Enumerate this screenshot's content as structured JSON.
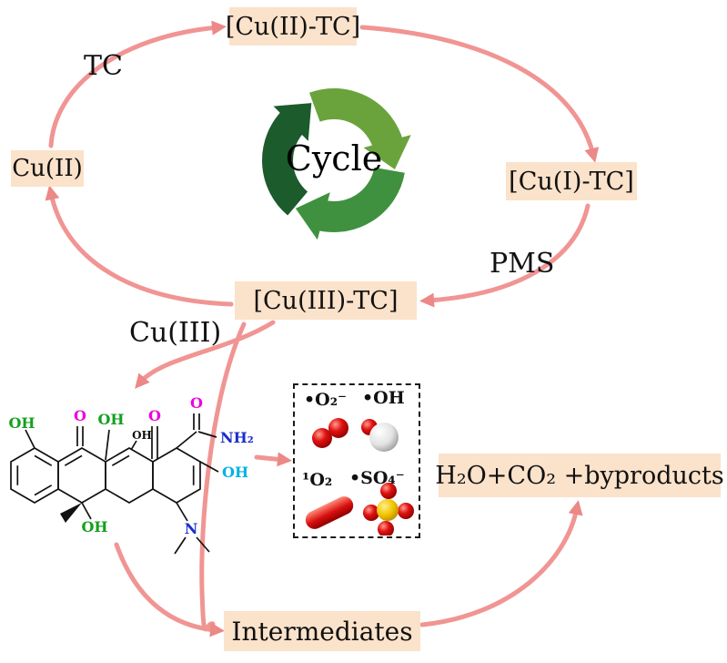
{
  "nodes": {
    "cu2_tc": "[Cu(II)-TC]",
    "cu1_tc": "[Cu(I)-TC]",
    "cu3_tc": "[Cu(III)-TC]",
    "cu2": "Cu(II)",
    "intermediates": "Intermediates",
    "products": "H₂O+CO₂ +byproducts"
  },
  "labels": {
    "tc": "TC",
    "pms": "PMS",
    "cu3": "Cu(III)",
    "cycle": "Cycle"
  },
  "ros": {
    "superoxide": "•O₂⁻",
    "hydroxyl": "•OH",
    "singlet_oxygen": "¹O₂",
    "sulfate": "•SO₄⁻"
  },
  "molecule": {
    "name": "tetracycline",
    "labels": [
      {
        "text": "OH",
        "color": "#14a01e"
      },
      {
        "text": "O",
        "color": "#ee00dd"
      },
      {
        "text": "OH",
        "color": "#14a01e"
      },
      {
        "text": "OH",
        "color": "#111111"
      },
      {
        "text": "O",
        "color": "#ee00dd"
      },
      {
        "text": "O",
        "color": "#ee00dd"
      },
      {
        "text": "NH₂",
        "color": "#1b2ecc"
      },
      {
        "text": "OH",
        "color": "#00b2e6"
      },
      {
        "text": "OH",
        "color": "#14a01e"
      },
      {
        "text": "N",
        "color": "#1b2ecc"
      }
    ]
  },
  "colors": {
    "node_bg": "#fbe2ca",
    "arrow": "#f09593",
    "arrowhead": "#ec8886",
    "cycle_dark": "#1c5b2c",
    "cycle_mid": "#3f9140",
    "cycle_light": "#6aa33c"
  }
}
